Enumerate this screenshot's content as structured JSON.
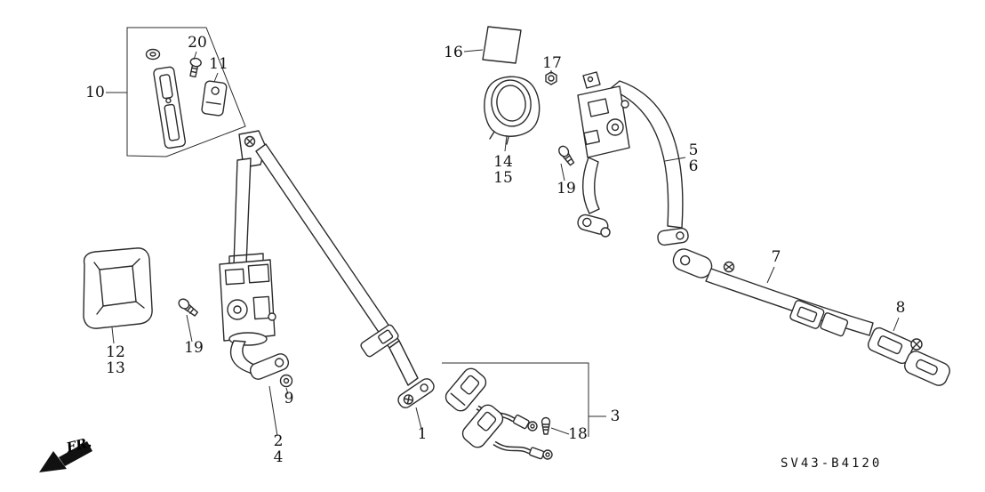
{
  "diagram": {
    "code": "SV43-B4120",
    "direction_label": "FR.",
    "callouts": {
      "c1": "1",
      "c2": "2",
      "c3": "3",
      "c4": "4",
      "c5": "5",
      "c6": "6",
      "c7": "7",
      "c8": "8",
      "c9": "9",
      "c10": "10",
      "c11": "11",
      "c12": "12",
      "c13": "13",
      "c14": "14",
      "c15": "15",
      "c16": "16",
      "c17": "17",
      "c18": "18",
      "c19_left": "19",
      "c19_mid": "19",
      "c20": "20"
    }
  }
}
